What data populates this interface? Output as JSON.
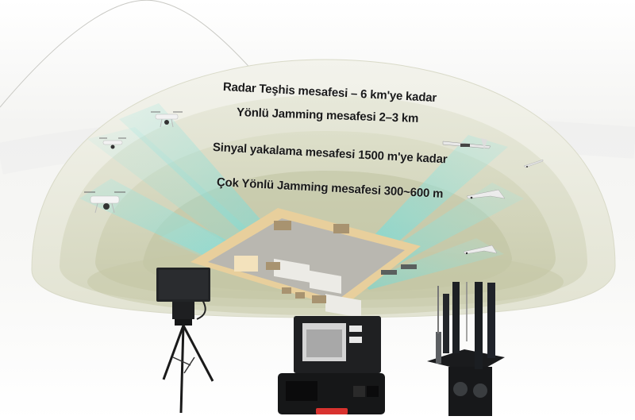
{
  "infographic": {
    "range_labels": [
      "Radar Teşhis mesafesi – 6 km'ye kadar",
      "Yönlü Jamming mesafesi 2–3 km",
      "Sinyal yakalama mesafesi 1500 m'ye kadar",
      "Çok Yönlü Jamming mesafesi 300~600 m"
    ],
    "colors": {
      "dome_outer": "#e9eadc",
      "dome_mid": "#d8dac2",
      "dome_inner": "#c9cbab",
      "beam": "#8fe0dc",
      "ground": "#b9b7b0",
      "sand": "#e8cf9c",
      "equipment": "#1b1d20",
      "accent_red": "#d8322e"
    },
    "equipment": [
      "radar-on-tripod",
      "control-case-laptop",
      "multi-antenna-jammer"
    ],
    "threats": [
      "quadcopter-drone",
      "quadcopter-drone",
      "quadcopter-drone",
      "fixed-wing-drone",
      "fixed-wing-drone",
      "fixed-wing-drone",
      "fixed-wing-drone"
    ]
  }
}
